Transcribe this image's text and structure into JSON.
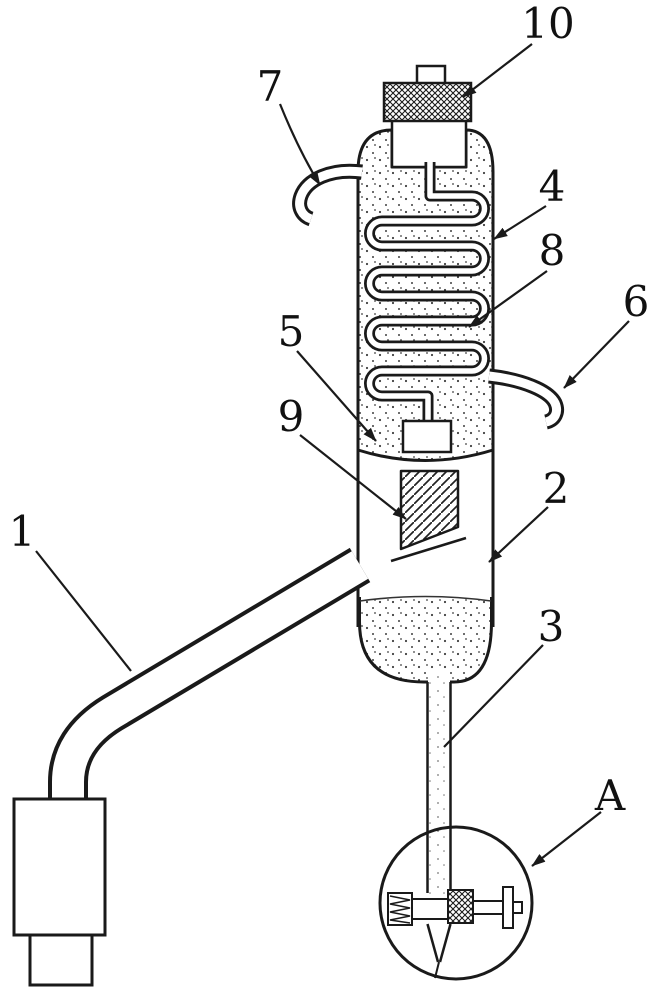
{
  "figure": {
    "background_color": "#ffffff",
    "line_color": "#1a1a1a"
  },
  "labels": {
    "part_1": "1",
    "part_2": "2",
    "part_3": "3",
    "part_4": "4",
    "part_5": "5",
    "part_6": "6",
    "part_7": "7",
    "part_8": "8",
    "part_9": "9",
    "part_10": "10",
    "detail_a": "A"
  }
}
